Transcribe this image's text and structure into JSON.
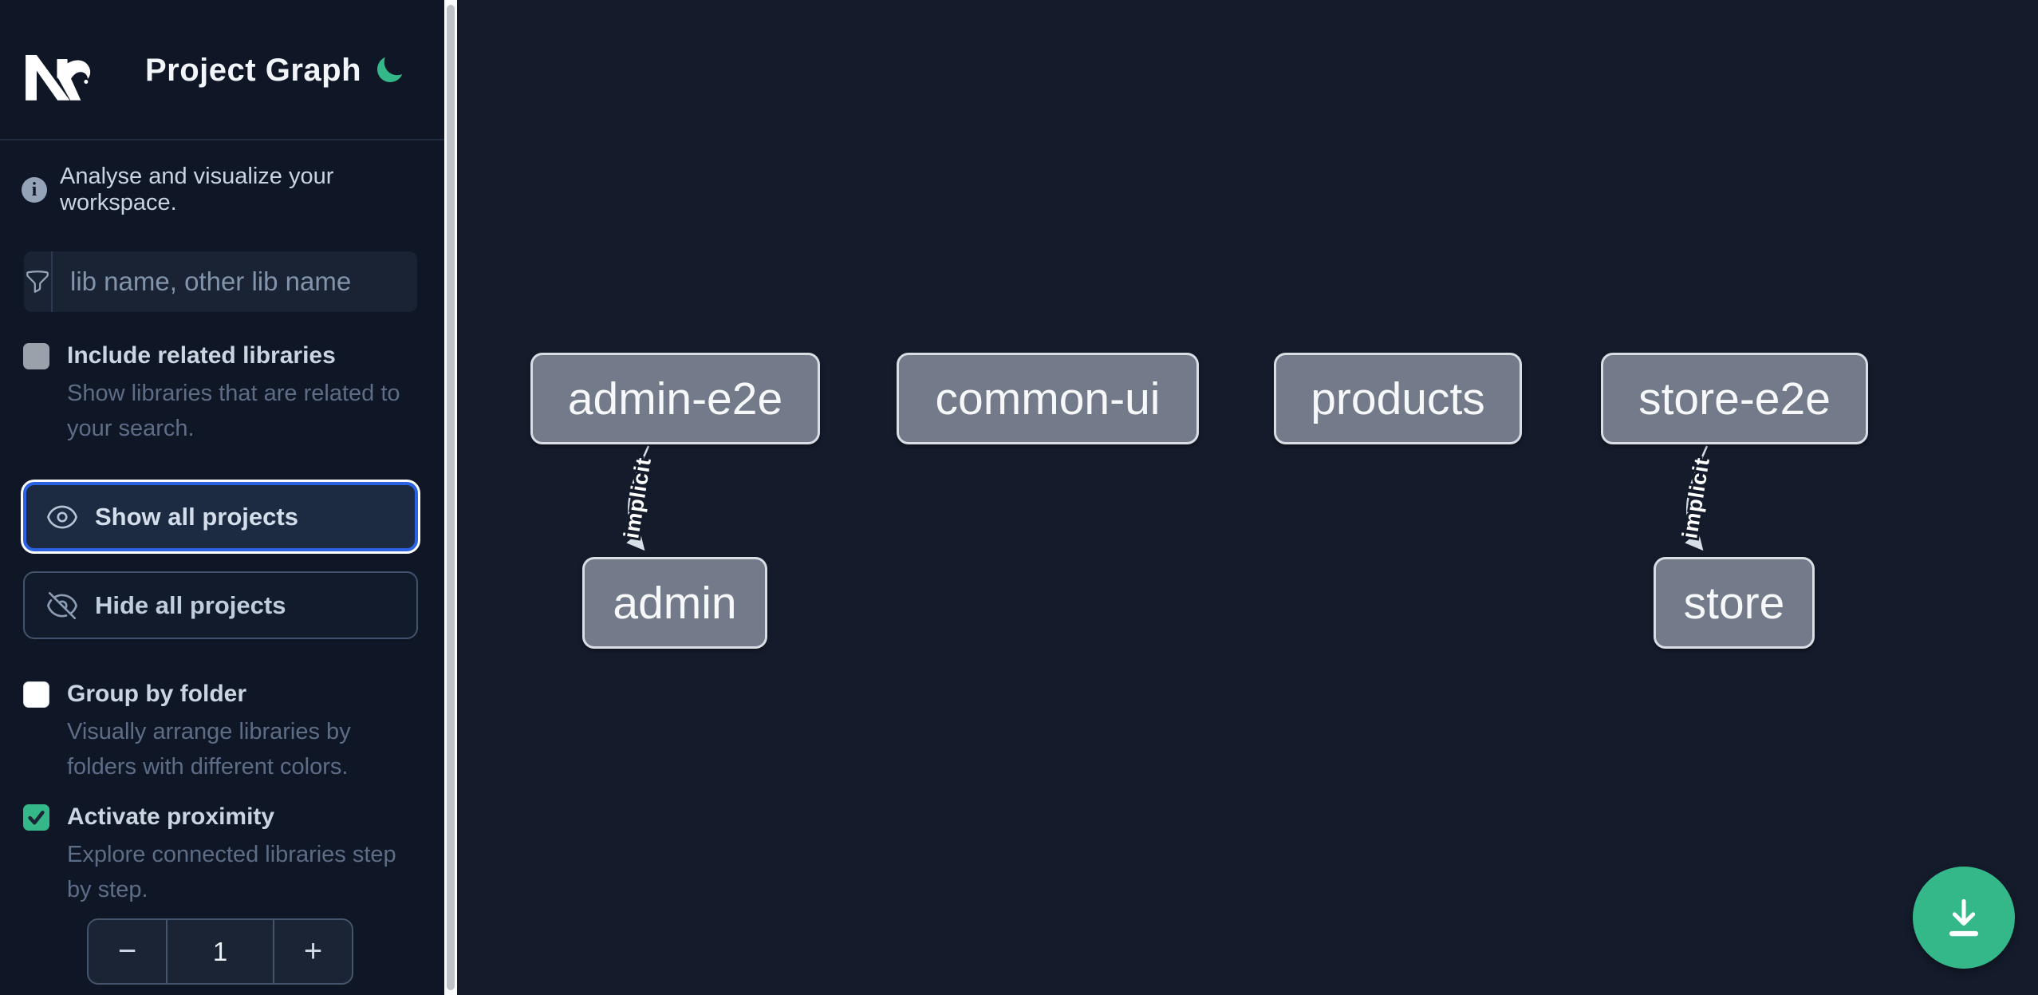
{
  "header": {
    "title": "Project Graph"
  },
  "sidebar": {
    "tagline": "Analyse and visualize your workspace.",
    "search": {
      "placeholder": "lib name, other lib name"
    },
    "include_related": {
      "label": "Include related libraries",
      "description_lines": [
        "Show libraries that are related to",
        "your search."
      ],
      "checked": false
    },
    "show_all": {
      "label": "Show all projects",
      "focused": true
    },
    "hide_all": {
      "label": "Hide all projects"
    },
    "group_by_folder": {
      "label": "Group by folder",
      "description_lines": [
        "Visually arrange libraries by",
        "folders with different colors."
      ],
      "checked": false
    },
    "activate_proximity": {
      "label": "Activate proximity",
      "description_lines": [
        "Explore connected libraries step",
        "by step."
      ],
      "checked": true
    },
    "proximity_stepper": {
      "decrement_label": "−",
      "value": "1",
      "increment_label": "+"
    }
  },
  "icons": {
    "info_glyph": "i"
  },
  "graph": {
    "nodes": [
      {
        "label": "admin-e2e"
      },
      {
        "label": "common-ui"
      },
      {
        "label": "products"
      },
      {
        "label": "store-e2e"
      },
      {
        "label": "admin"
      },
      {
        "label": "store"
      }
    ],
    "edges": [
      {
        "from": "admin-e2e",
        "to": "admin",
        "label": "implicit",
        "type": "implicit"
      },
      {
        "from": "store-e2e",
        "to": "store",
        "label": "implicit",
        "type": "implicit"
      }
    ]
  },
  "colors": {
    "accent_green": "#35b889",
    "focus_blue": "#2b62e4",
    "node_fill": "#737b8a",
    "sidebar_bg": "#0f1727",
    "canvas_bg": "#141b2b"
  }
}
